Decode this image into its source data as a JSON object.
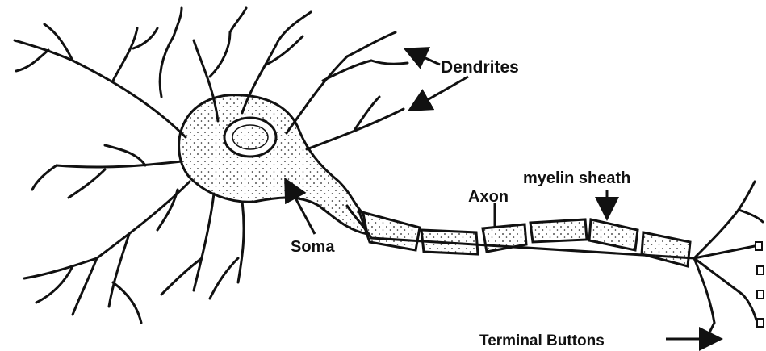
{
  "labels": {
    "dendrites": "Dendrites",
    "myelin_sheath": "myelin sheath",
    "axon": "Axon",
    "soma": "Soma",
    "terminal_buttons": "Terminal Buttons"
  },
  "colors": {
    "ink": "#111111",
    "background": "#ffffff"
  }
}
